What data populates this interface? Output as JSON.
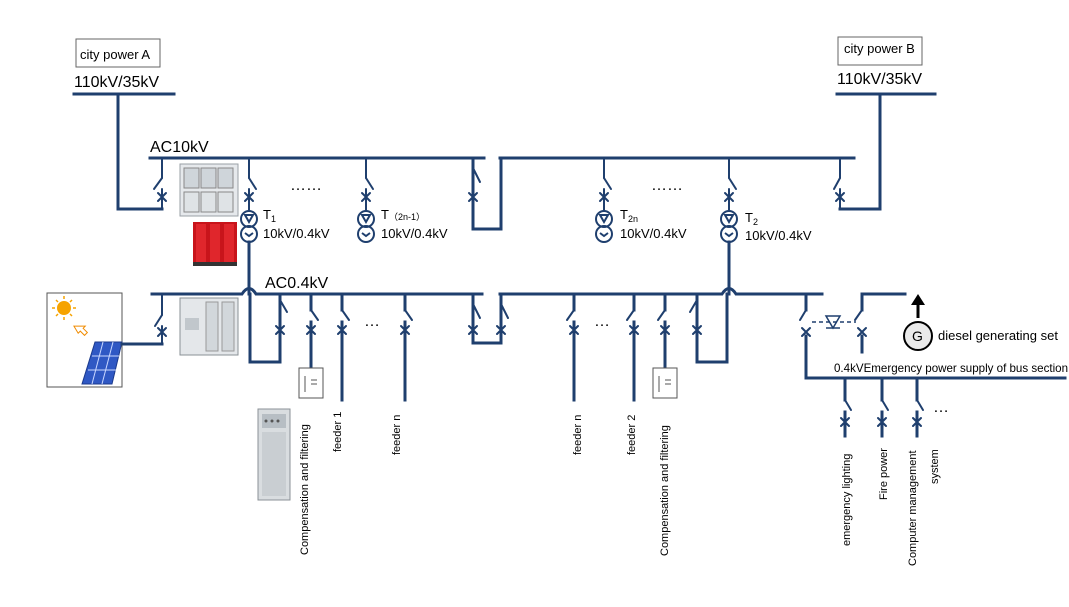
{
  "sources": {
    "a": {
      "name": "city power A",
      "voltage": "110kV/35kV"
    },
    "b": {
      "name": "city power B",
      "voltage": "110kV/35kV"
    }
  },
  "buses": {
    "hv": "AC10kV",
    "lv": "AC0.4kV"
  },
  "ellipsis": "……",
  "ellipsis_small": "…",
  "transformers": {
    "t1": {
      "base": "T",
      "sub": "1",
      "ratio": "10kV/0.4kV"
    },
    "t2n1": {
      "base": "T",
      "sub": "（2n-1）",
      "ratio": "10kV/0.4kV"
    },
    "t2n": {
      "base": "T",
      "sub": "2n",
      "ratio": "10kV/0.4kV"
    },
    "t2": {
      "base": "T",
      "sub": "2",
      "ratio": "10kV/0.4kV"
    }
  },
  "feeders_left": [
    "Compensation and filtering",
    "feeder 1",
    "feeder n"
  ],
  "feeders_right": [
    "feeder n",
    "feeder 2",
    "Compensation and filtering"
  ],
  "generator": {
    "symbol": "G",
    "label": "diesel generating set"
  },
  "emergency": {
    "bus_label": "0.4kVEmergency power supply of bus section",
    "loads": [
      "emergency lighting",
      "Fire power",
      "Computer management",
      "system"
    ]
  },
  "colors": {
    "wire": "#1f3f6e",
    "text": "#000000"
  }
}
